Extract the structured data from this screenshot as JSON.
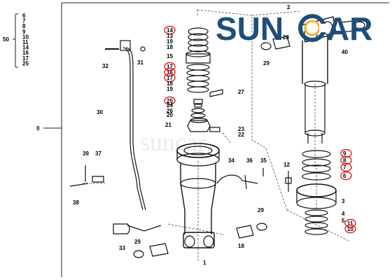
{
  "brand": {
    "name_left": "SUN",
    "name_right": "AR",
    "watermark": "suncar",
    "colors": {
      "primary": "#1f4e79",
      "accent": "#f2b233",
      "highlight": "#e21d1d"
    }
  },
  "group": {
    "bracket_total": "50",
    "bracket_items": [
      "6",
      "7",
      "8",
      "9",
      "10",
      "11",
      "14",
      "16",
      "17",
      "25"
    ],
    "assembly": "0"
  },
  "callouts": [
    {
      "text": "14",
      "circled": true
    },
    {
      "text": "13",
      "circled": false
    },
    {
      "text": "19",
      "circled": false
    },
    {
      "text": "18",
      "circled": false
    },
    {
      "text": "15",
      "circled": false
    },
    {
      "text": "17",
      "circled": true
    },
    {
      "text": "16",
      "circled": true
    },
    {
      "text": "17",
      "circled": true
    },
    {
      "text": "18",
      "circled": false
    },
    {
      "text": "19",
      "circled": false
    },
    {
      "text": "27",
      "circled": false
    },
    {
      "text": "25",
      "circled": true
    },
    {
      "text": "24",
      "circled": false
    },
    {
      "text": "26",
      "circled": false
    },
    {
      "text": "20",
      "circled": false
    },
    {
      "text": "21",
      "circled": false
    },
    {
      "text": "23",
      "circled": false
    },
    {
      "text": "22",
      "circled": false
    },
    {
      "text": "32",
      "circled": false
    },
    {
      "text": "31",
      "circled": false
    },
    {
      "text": "30",
      "circled": false
    },
    {
      "text": "39",
      "circled": false
    },
    {
      "text": "37",
      "circled": false
    },
    {
      "text": "38",
      "circled": false
    },
    {
      "text": "34",
      "circled": false
    },
    {
      "text": "36",
      "circled": false
    },
    {
      "text": "35",
      "circled": false
    },
    {
      "text": "33",
      "circled": false
    },
    {
      "text": "29",
      "circled": false
    },
    {
      "text": "1",
      "circled": false
    },
    {
      "text": "18",
      "circled": false
    },
    {
      "text": "29",
      "circled": false
    },
    {
      "text": "2",
      "circled": false
    },
    {
      "text": "28",
      "circled": false
    },
    {
      "text": "29",
      "circled": false
    },
    {
      "text": "40",
      "circled": false
    },
    {
      "text": "9",
      "circled": true
    },
    {
      "text": "8",
      "circled": true
    },
    {
      "text": "7",
      "circled": true
    },
    {
      "text": "6",
      "circled": true
    },
    {
      "text": "12",
      "circled": false
    },
    {
      "text": "3",
      "circled": false
    },
    {
      "text": "4",
      "circled": false
    },
    {
      "text": "5",
      "circled": false
    },
    {
      "text": "11",
      "circled": true
    },
    {
      "text": "10",
      "circled": true
    }
  ]
}
